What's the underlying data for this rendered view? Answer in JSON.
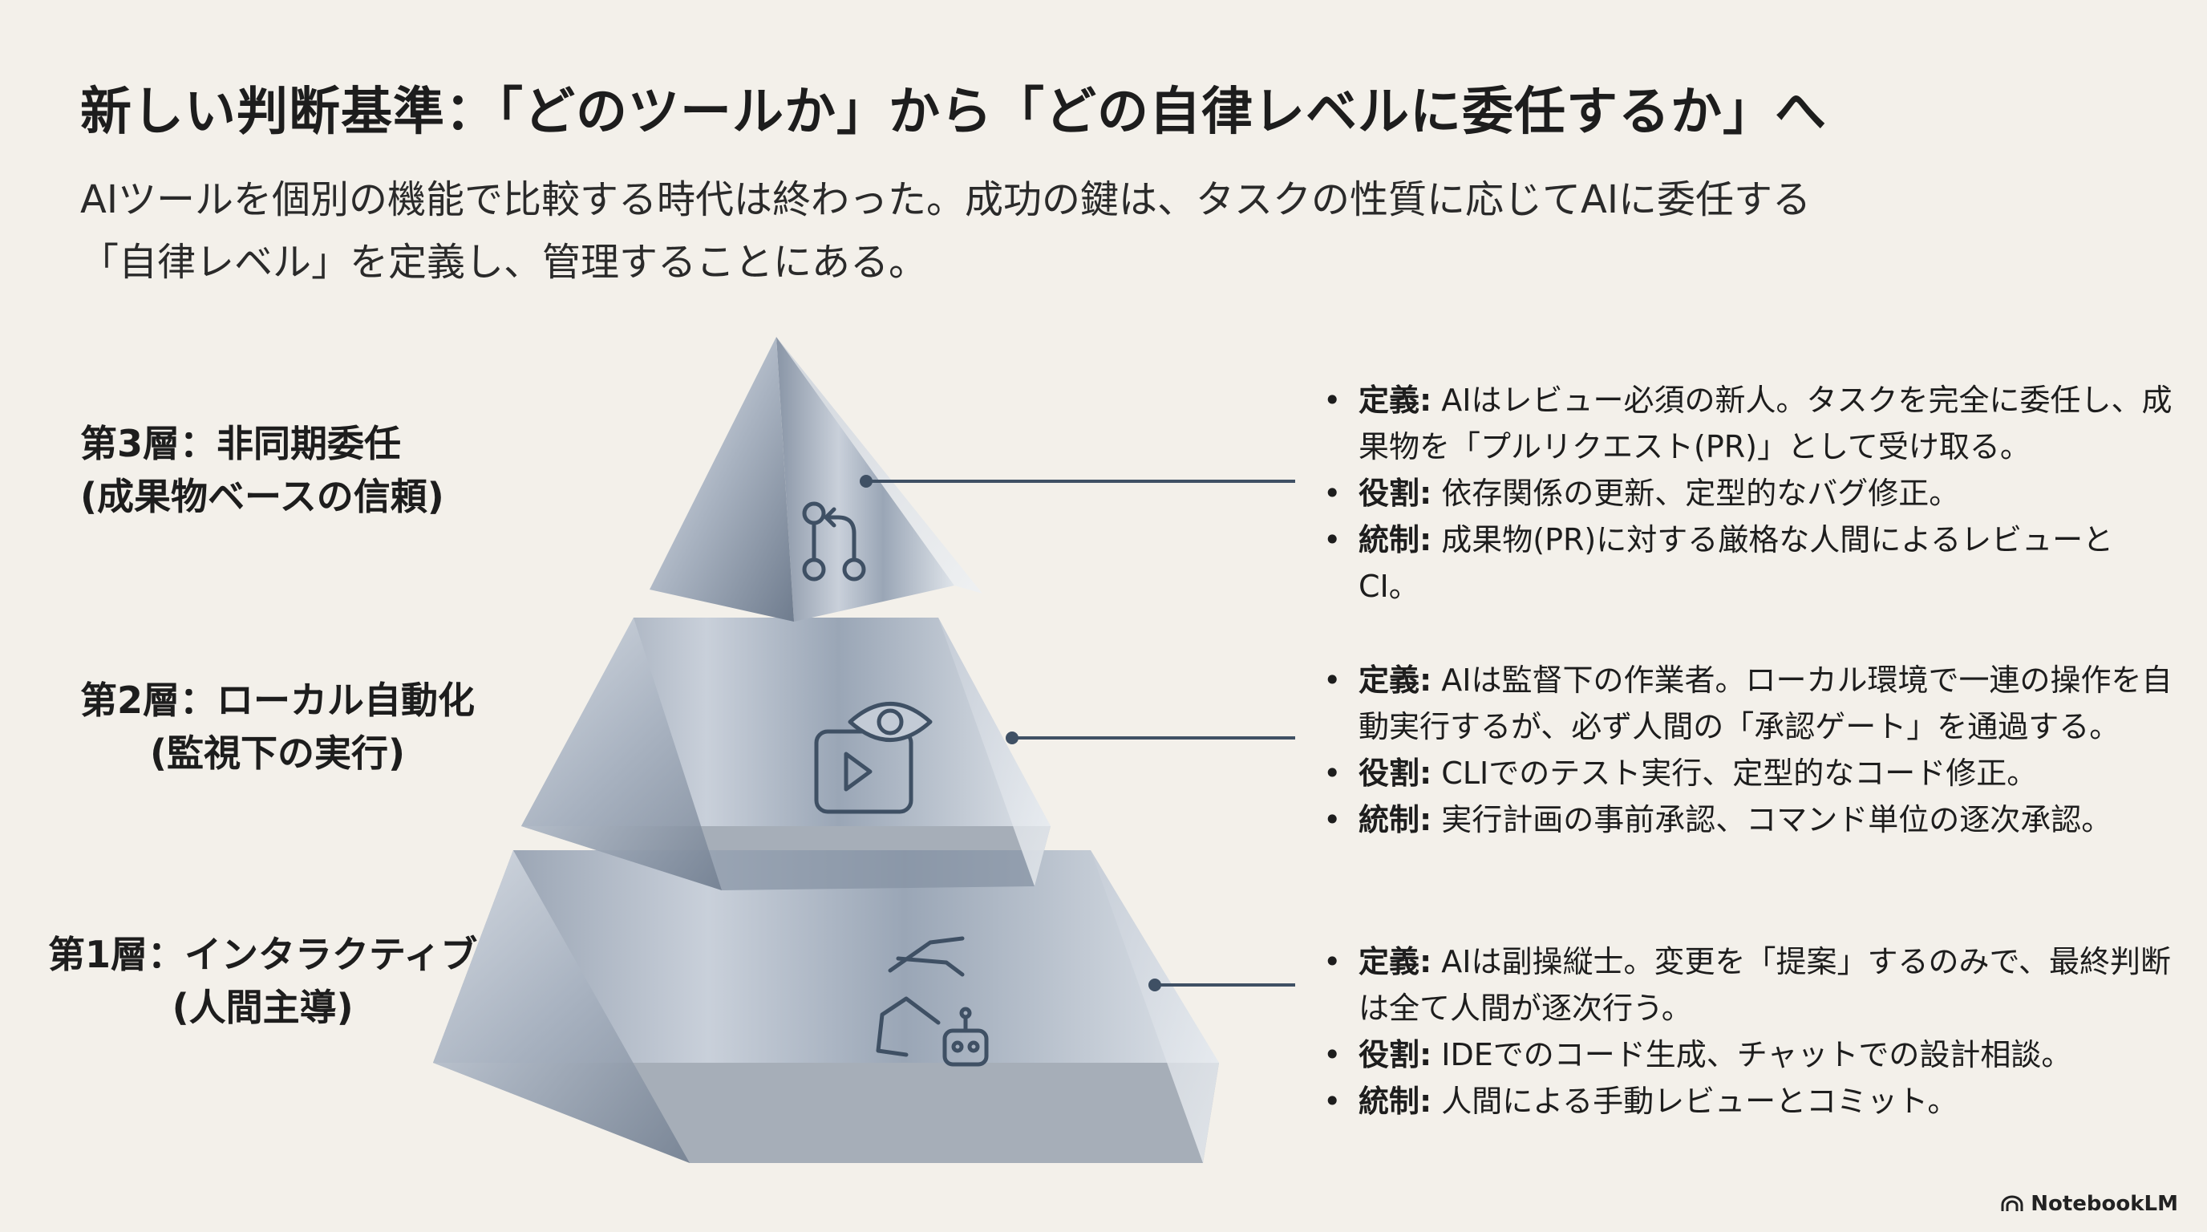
{
  "title": "新しい判断基準：「どのツールか」から「どの自律レベルに委任するか」へ",
  "subtitle": {
    "line1": "AIツールを個別の機能で比較する時代は終わった。成功の鍵は、タスクの性質に応じてAIに委任する",
    "line2": "「自律レベル」を定義し、管理することにある。"
  },
  "layers": [
    {
      "label1": "第3層：非同期委任",
      "label2": "(成果物ベースの信頼)",
      "icon": "git-pull-request-icon",
      "bullets": [
        {
          "key": "定義:",
          "text": " AIはレビュー必須の新人。タスクを完全に委任し、成果物を「プルリクエスト(PR)」として受け取る。"
        },
        {
          "key": "役割:",
          "text": " 依存関係の更新、定型的なバグ修正。"
        },
        {
          "key": "統制:",
          "text": " 成果物(PR)に対する厳格な人間によるレビューとCI。"
        }
      ]
    },
    {
      "label1": "第2層：ローカル自動化",
      "label2": "(監視下の実行)",
      "icon": "eye-play-icon",
      "bullets": [
        {
          "key": "定義:",
          "text": " AIは監督下の作業者。ローカル環境で一連の操作を自動実行するが、必ず人間の「承認ゲート」を通過する。"
        },
        {
          "key": "役割:",
          "text": " CLIでのテスト実行、定型的なコード修正。"
        },
        {
          "key": "統制:",
          "text": " 実行計画の事前承認、コマンド単位の逐次承認。"
        }
      ]
    },
    {
      "label1": "第1層：インタラクティブ",
      "label2": "(人間主導)",
      "icon": "hand-robot-icon",
      "bullets": [
        {
          "key": "定義:",
          "text": " AIは副操縦士。変更を「提案」するのみで、最終判断は全て人間が逐次行う。"
        },
        {
          "key": "役割:",
          "text": " IDEでのコード生成、チャットでの設計相談。"
        },
        {
          "key": "統制:",
          "text": " 人間による手動レビューとコミット。"
        }
      ]
    }
  ],
  "logo": "NotebookLM",
  "colors": {
    "background": "#f3f0ea",
    "connector": "#3f5064",
    "glass": "#9aa6b6"
  }
}
